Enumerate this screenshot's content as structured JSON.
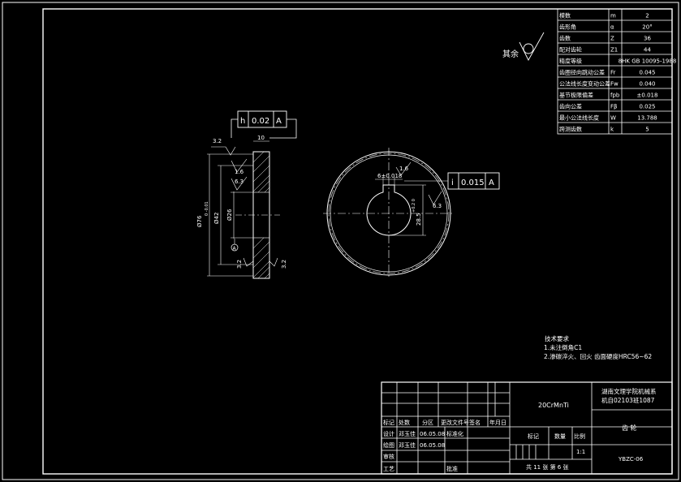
{
  "params": {
    "rows": [
      [
        "模数",
        "m",
        "2"
      ],
      [
        "齿形角",
        "α",
        "20°"
      ],
      [
        "齿数",
        "Z",
        "36"
      ],
      [
        "配对齿轮",
        "Z1",
        "44"
      ],
      [
        "精度等级",
        "",
        "8HK GB 10095-1988"
      ],
      [
        "齿圈径向跳动公差",
        "Fr",
        "0.045"
      ],
      [
        "公法线长度变动公差",
        "Fw",
        "0.040"
      ],
      [
        "基节极限偏差",
        "fpb",
        "±0.018"
      ],
      [
        "齿向公差",
        "Fβ",
        "0.025"
      ],
      [
        "最小公法线长度",
        "W",
        "13.788"
      ],
      [
        "跨测齿数",
        "k",
        "5"
      ]
    ]
  },
  "roughness_other": "其余",
  "side_view": {
    "tolerance_frame": [
      "h",
      "0.02",
      "A"
    ],
    "dim_width": "10",
    "dim_roughness_top": "3.2",
    "roughness_face_1": "1.6",
    "roughness_face_2": "6.3",
    "dim_outer": "Ø76",
    "dim_outer_tol": "0 -0.01",
    "dim_hub": "Ø42",
    "dim_bore": "Ø26",
    "datum": "A",
    "roughness_bottom_left": "3.2",
    "roughness_bottom_right": "3.2"
  },
  "front_view": {
    "keyway_width": "6±0.018",
    "roughness_key": "1.6",
    "tolerance_frame": [
      "i",
      "0.015",
      "A"
    ],
    "keyway_depth": "28.5",
    "keyway_depth_tol": "+0.2 0",
    "roughness_bore": "6.3"
  },
  "notes": {
    "title": "技术要求",
    "items": [
      "1.未注倒角C1",
      "2.渗碳淬火、回火 齿面硬度HRC56~62"
    ]
  },
  "title_block": {
    "material": "20CrMnTi",
    "school_line1": "湖南文理学院机械系",
    "school_line2": "机自02103班1087",
    "part_name": "齿 轮",
    "drawing_no": "YBZC-06",
    "hdr_labels": [
      "标记",
      "处数",
      "分区",
      "更改文件号",
      "签名",
      "年月日"
    ],
    "row_design": [
      "设计",
      "邓玉佳",
      "06.05.08",
      "标准化"
    ],
    "row_draw": [
      "绘图",
      "邓玉佳",
      "06.05.08"
    ],
    "row_review": [
      "审核"
    ],
    "row_process": [
      "工艺",
      "批准"
    ],
    "stage_labels": [
      "标记",
      "数量",
      "比例"
    ],
    "scale": "1:1",
    "sheets": "共 11 张  第 6 张"
  }
}
